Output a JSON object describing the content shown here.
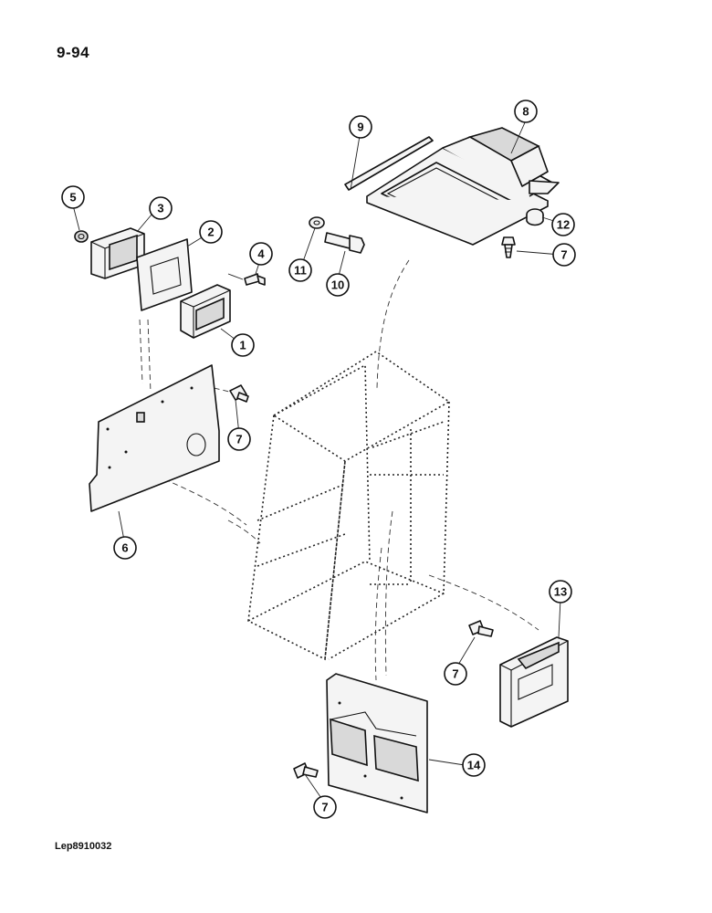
{
  "page": {
    "number": "9-94",
    "drawing_ref": "Lep8910032"
  },
  "callouts": {
    "c1": "1",
    "c2": "2",
    "c3": "3",
    "c4": "4",
    "c5": "5",
    "c6": "6",
    "c7a": "7",
    "c7b": "7",
    "c7c": "7",
    "c7d": "7",
    "c8": "8",
    "c9": "9",
    "c10": "10",
    "c11": "11",
    "c12": "12",
    "c13": "13",
    "c14": "14"
  }
}
